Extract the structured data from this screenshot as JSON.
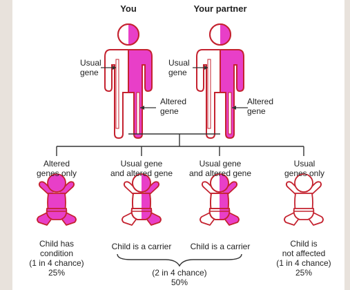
{
  "parents": {
    "you": "You",
    "partner": "Your partner",
    "usual_gene": "Usual\ngene",
    "altered_gene": "Altered\ngene"
  },
  "children": [
    {
      "header": "Altered\ngenes only",
      "caption": "Child has\ncondition",
      "chance": "(1 in 4 chance)",
      "percent": "25%"
    },
    {
      "header": "Usual gene\nand altered gene",
      "caption": "Child is a carrier"
    },
    {
      "header": "Usual gene\nand altered gene",
      "caption": "Child is a carrier"
    },
    {
      "header": "Usual\ngenes only",
      "caption": "Child is\nnot affected",
      "chance": "(1 in 4 chance)",
      "percent": "25%"
    }
  ],
  "carrier_group": {
    "chance": "(2 in 4 chance)",
    "percent": "50%"
  },
  "colors": {
    "altered": "#e83fc8",
    "outline": "#c4222f",
    "line": "#333333",
    "background": "#e8e2dc"
  }
}
